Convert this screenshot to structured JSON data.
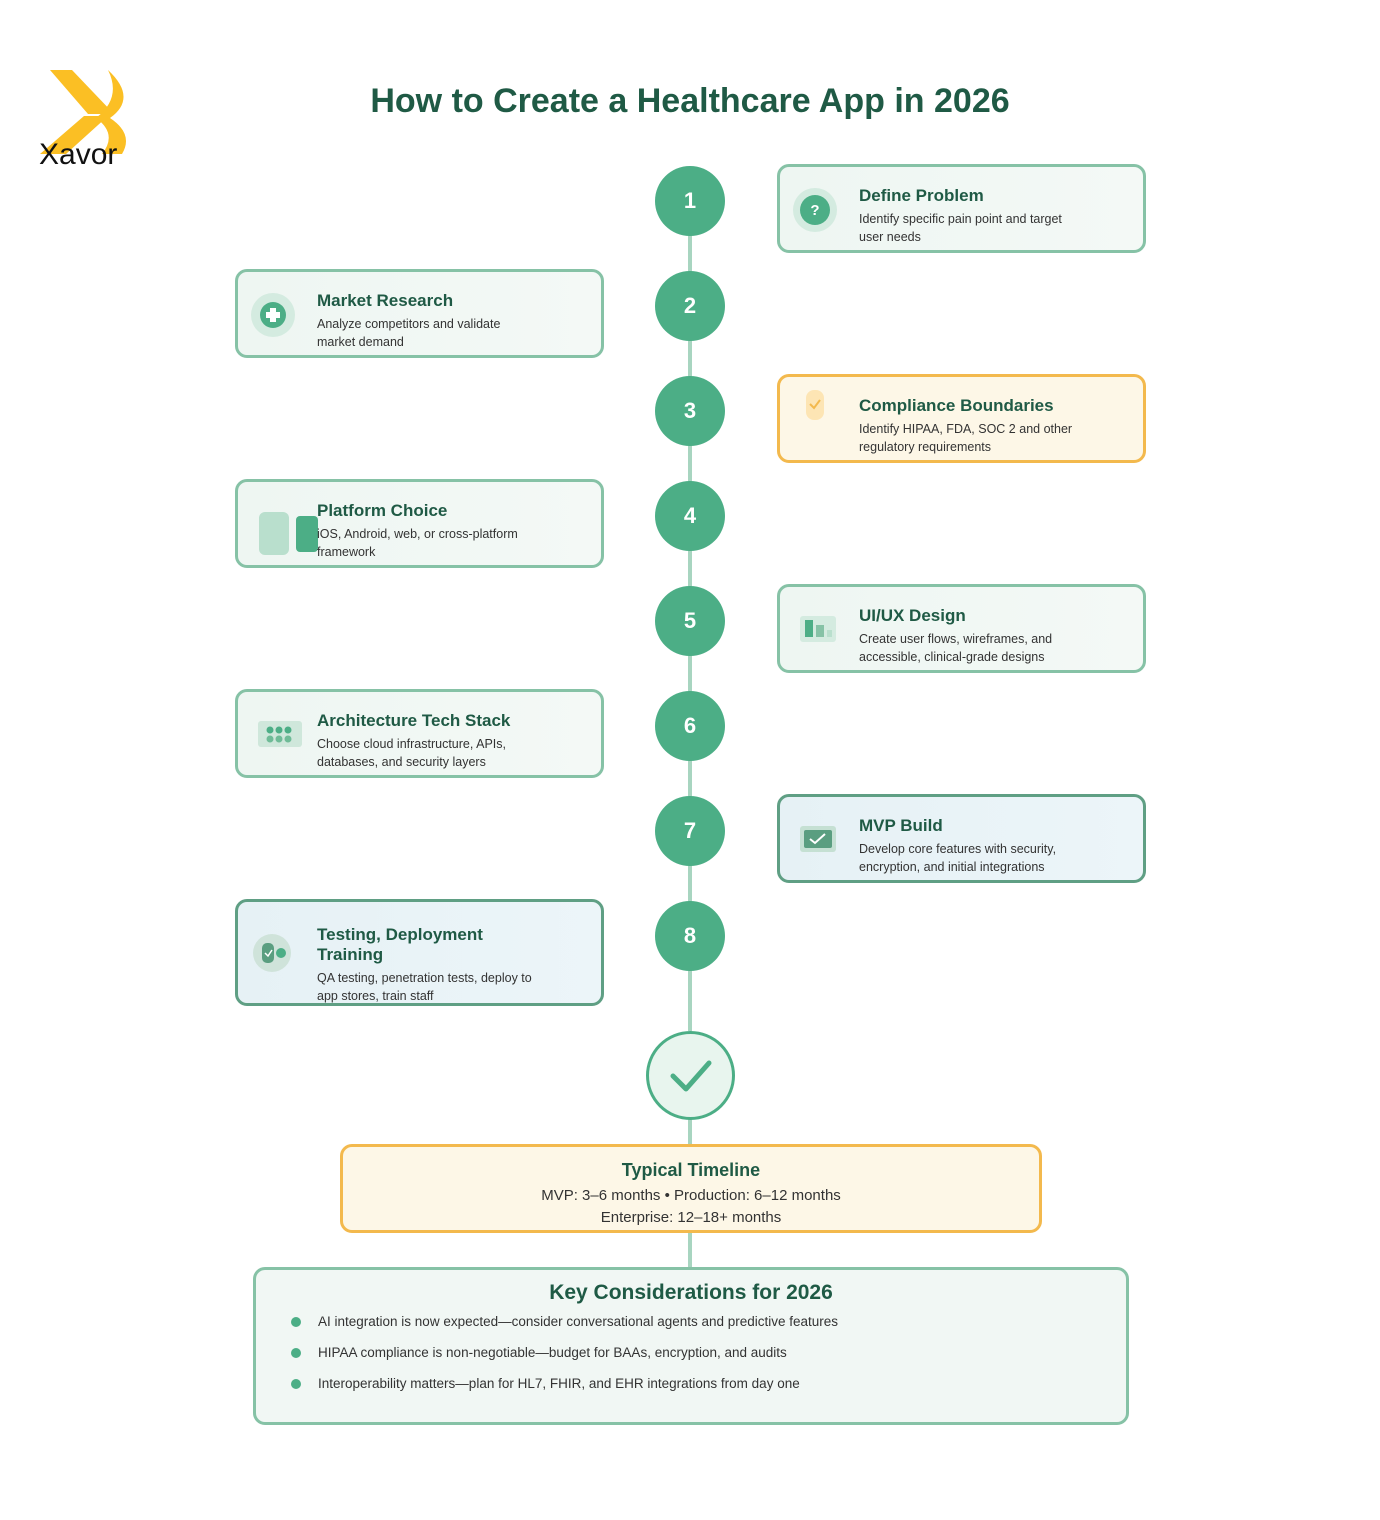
{
  "title": "How to Create a Healthcare App in 2026",
  "logo": {
    "text": "Xavor",
    "color": "#fbbf24"
  },
  "colors": {
    "accent": "#4cae86",
    "heading": "#1f5a45",
    "warning": "#f3b94d"
  },
  "steps": [
    {
      "num": "1",
      "title": "Define Problem",
      "desc": "Identify specific pain point and target user needs",
      "icon": "question-icon"
    },
    {
      "num": "2",
      "title": "Market Research",
      "desc": "Analyze competitors and validate market demand",
      "icon": "medical-cross-icon"
    },
    {
      "num": "3",
      "title": "Compliance Boundaries",
      "desc": "Identify HIPAA, FDA, SOC 2 and other regulatory requirements",
      "icon": "shield-check-icon"
    },
    {
      "num": "4",
      "title": "Platform Choice",
      "desc": "iOS, Android, web, or cross-platform framework",
      "icon": "devices-icon"
    },
    {
      "num": "5",
      "title": "UI/UX Design",
      "desc": "Create user flows, wireframes, and accessible, clinical-grade designs",
      "icon": "chart-icon"
    },
    {
      "num": "6",
      "title": "Architecture Tech Stack",
      "desc": "Choose cloud infrastructure, APIs, databases, and security layers",
      "icon": "server-grid-icon"
    },
    {
      "num": "7",
      "title": "MVP Build",
      "desc": "Develop core features with security, encryption, and initial integrations",
      "icon": "checkbox-icon"
    },
    {
      "num": "8",
      "title": "Testing, Deployment Training",
      "desc": "QA testing, penetration tests, deploy to app stores, train staff",
      "icon": "test-shield-icon"
    }
  ],
  "timeline": {
    "title": "Typical Timeline",
    "line1": "MVP: 3–6 months • Production: 6–12 months",
    "line2": "Enterprise: 12–18+ months"
  },
  "considerations": {
    "title": "Key Considerations for 2026",
    "items": [
      "AI integration is now expected—consider conversational agents and predictive features",
      "HIPAA compliance is non-negotiable—budget for BAAs, encryption, and audits",
      "Interoperability matters—plan for HL7, FHIR, and EHR integrations from day one"
    ]
  }
}
